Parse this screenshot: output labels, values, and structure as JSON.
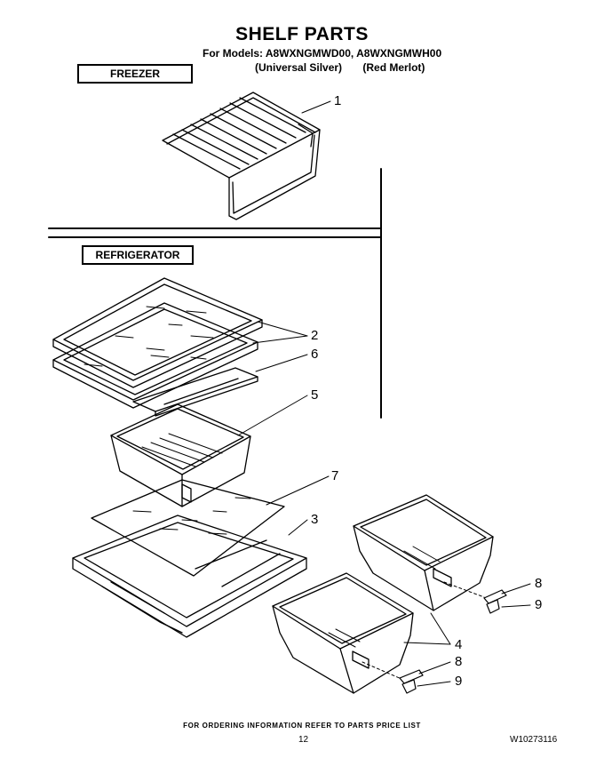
{
  "title": "SHELF PARTS",
  "models": "For Models: A8WXNGMWD00, A8WXNGMWH00",
  "variants": [
    "(Universal Silver)",
    "(Red Merlot)"
  ],
  "sections": {
    "freezer": "FREEZER",
    "refrigerator": "REFRIGERATOR"
  },
  "callouts": [
    "1",
    "2",
    "6",
    "5",
    "7",
    "3",
    "8",
    "9",
    "4",
    "8",
    "9"
  ],
  "footer": {
    "ordering_note": "FOR ORDERING INFORMATION REFER TO PARTS PRICE LIST",
    "page_number": "12",
    "document_number": "W10273116"
  }
}
